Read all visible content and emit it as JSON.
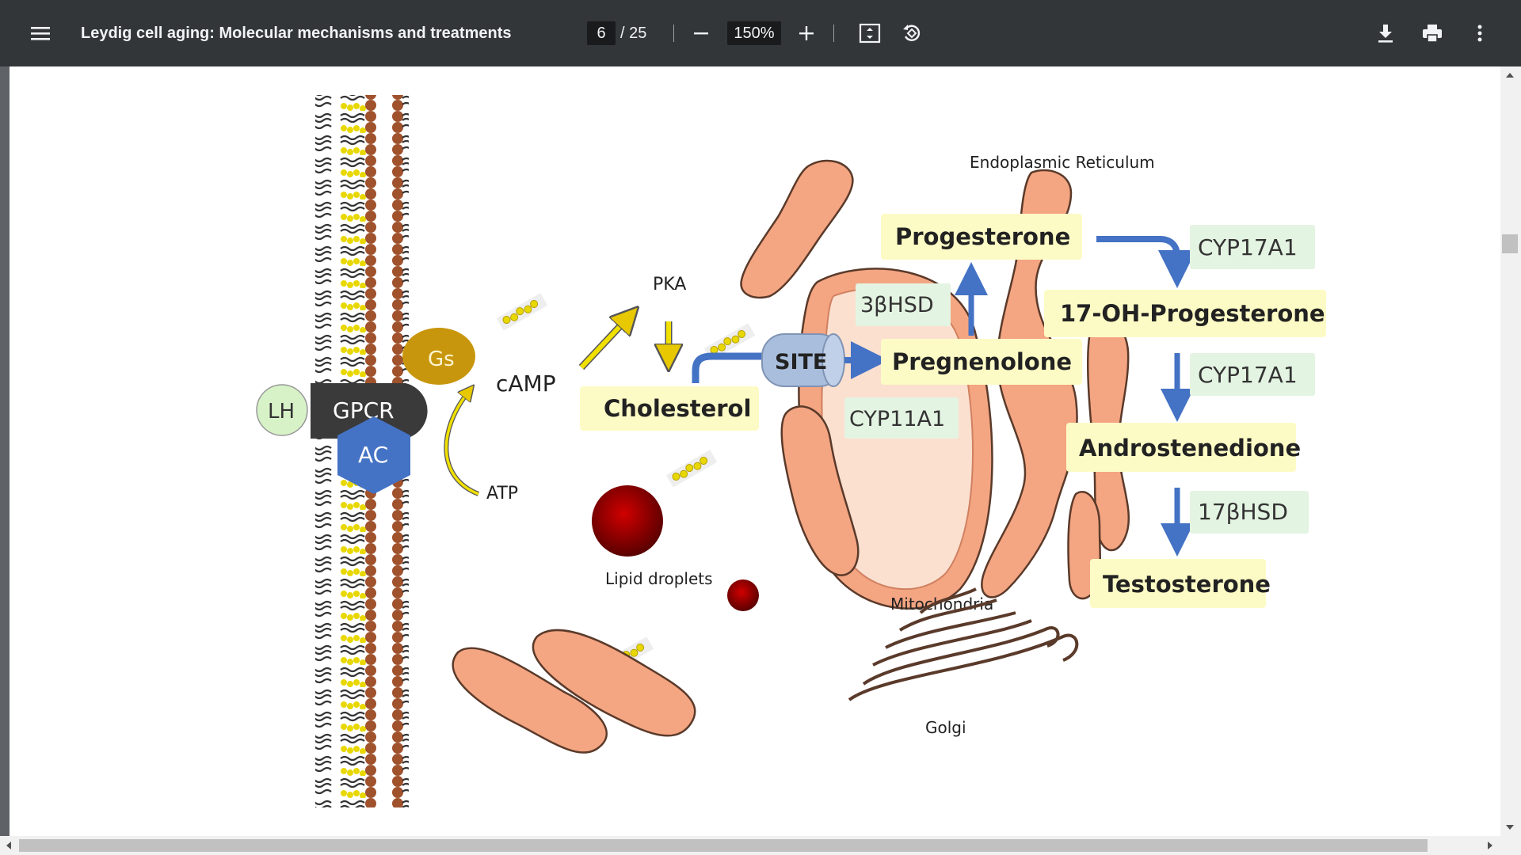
{
  "toolbar": {
    "title": "Leydig cell aging: Molecular mechanisms and treatments",
    "page_current": "6",
    "page_total": "/ 25",
    "zoom": "150%",
    "icons": [
      "menu-icon",
      "zoom-out-icon",
      "zoom-in-icon",
      "fit-page-icon",
      "rotate-icon",
      "download-icon",
      "print-icon",
      "more-options-icon"
    ]
  },
  "figure": {
    "labels": {
      "er": "Endoplasmic Reticulum",
      "pka": "PKA",
      "camp": "cAMP",
      "atp": "ATP",
      "gs": "Gs",
      "lh": "LH",
      "gpcr": "GPCR",
      "ac": "AC",
      "site": "SITE",
      "lipid": "Lipid droplets",
      "mito": "Mitochondria",
      "golgi": "Golgi"
    },
    "steroids": {
      "cholesterol": "Cholesterol",
      "progesterone": "Progesterone",
      "pregnenolone": "Pregnenolone",
      "oh_progesterone": "17-OH-Progesterone",
      "androstenedione": "Androstenedione",
      "testosterone": "Testosterone"
    },
    "enzymes": {
      "hsd3b": "3βHSD",
      "cyp11a1": "CYP11A1",
      "cyp17a1_top": "CYP17A1",
      "cyp17a1_mid": "CYP17A1",
      "hsd17b": "17βHSD"
    },
    "colors": {
      "highlight_yellow": "#fdfbc5",
      "enzyme_green": "#e4f4e2",
      "arrow_blue": "#4472c4",
      "organelle_orange": "#f4a582",
      "lipid_red": "#8b0000",
      "gs_gold": "#c8960c",
      "ac_blue": "#4472c4"
    }
  }
}
